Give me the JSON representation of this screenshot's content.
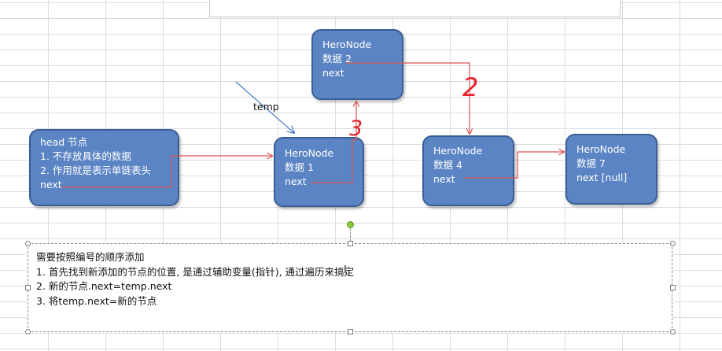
{
  "nodes": {
    "head": {
      "line1": "head 节点",
      "line2": "1. 不存放具体的数据",
      "line3": "2. 作用就是表示单链表头",
      "line4": "next"
    },
    "node1": {
      "line1": "HeroNode",
      "line2": "数据 1",
      "line3": "next"
    },
    "node2": {
      "line1": "HeroNode",
      "line2": "数据 2",
      "line3": "next"
    },
    "node4": {
      "line1": "HeroNode",
      "line2": "数据 4",
      "line3": "next"
    },
    "node7": {
      "line1": "HeroNode",
      "line2": "数据 7",
      "line3": "next [null]"
    }
  },
  "temp_label": "temp",
  "step_marks": {
    "two": "2",
    "three": "3"
  },
  "note": {
    "title": "需要按照编号的顺序添加",
    "line1": "1. 首先找到新添加的节点的位置, 是通过辅助变量(指针), 通过遍历来搞定",
    "line2": "2. 新的节点.next=temp.next",
    "line3": "3. 将temp.next=新的节点"
  },
  "colors": {
    "node_fill": "#5b84c4",
    "node_border": "#3a5f95",
    "arrow": "#d9534f",
    "handwriting": "#e8202a",
    "temp_arrow": "#4a7ac8"
  }
}
